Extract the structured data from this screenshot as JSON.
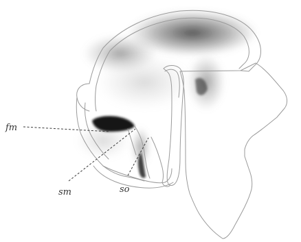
{
  "labels": {
    "fm": "fm",
    "sm": "sm",
    "so": "so"
  },
  "colors": {
    "background": "#ffffff",
    "outline": "#9a9a9a",
    "shading": "#3a3a3a",
    "dark_fissure": "#151515",
    "leader_line": "#3a3a3a",
    "label_text": "#333333"
  }
}
